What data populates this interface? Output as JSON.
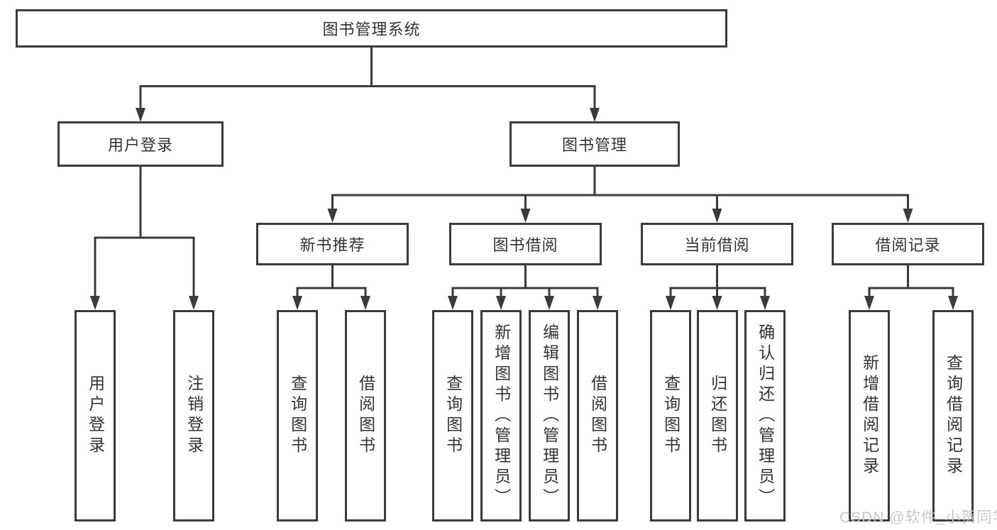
{
  "diagram_title": "图书管理系统",
  "colors": {
    "line": "#3b3b3b",
    "box_border": "#3b3b3b",
    "box_fill": "#ffffff",
    "text": "#333333",
    "watermark_text": "#c8c8c8",
    "background": "#ffffff"
  },
  "root": {
    "label": "图书管理系统"
  },
  "level2": {
    "user_login": {
      "label": "用户登录"
    },
    "book_mgmt": {
      "label": "图书管理"
    }
  },
  "level3": {
    "new_books": {
      "label": "新书推荐"
    },
    "borrowing": {
      "label": "图书借阅"
    },
    "current": {
      "label": "当前借阅"
    },
    "records": {
      "label": "借阅记录"
    }
  },
  "leaves": {
    "user_login": {
      "label": "用户登录"
    },
    "logout": {
      "label": "注销登录"
    },
    "nb_query": {
      "label": "查询图书"
    },
    "nb_borrow": {
      "label": "借阅图书"
    },
    "bb_query": {
      "label": "查询图书"
    },
    "bb_add": {
      "label": "新增图书（管理员）"
    },
    "bb_edit": {
      "label": "编辑图书（管理员）"
    },
    "bb_borrow": {
      "label": "借阅图书"
    },
    "cb_query": {
      "label": "查询图书"
    },
    "cb_return": {
      "label": "归还图书"
    },
    "cb_confirm": {
      "label": "确认归还（管理员）"
    },
    "br_add": {
      "label": "新增借阅记录"
    },
    "br_query": {
      "label": "查询借阅记录"
    }
  },
  "watermark": "CSDN @软件_小贺同学"
}
